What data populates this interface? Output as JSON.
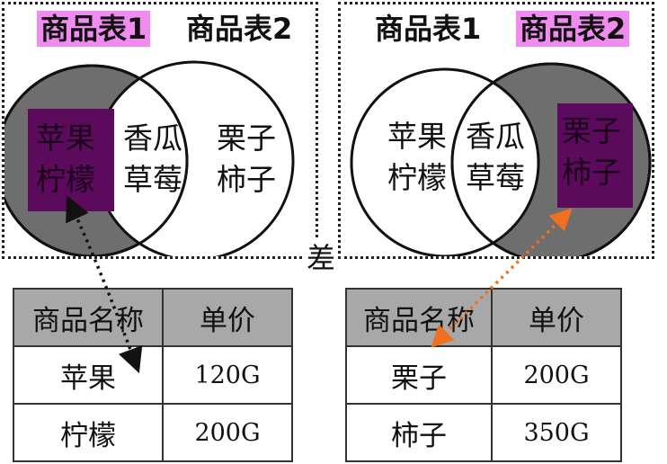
{
  "left_diagram": {
    "labels": [
      "商品表1",
      "商品表2"
    ],
    "active_label_index": 0,
    "only_first": [
      "苹果",
      "柠檬"
    ],
    "common": [
      "香瓜",
      "草莓"
    ],
    "only_second": [
      "栗子",
      "柿子"
    ]
  },
  "right_diagram": {
    "labels": [
      "商品表1",
      "商品表2"
    ],
    "active_label_index": 1,
    "only_first": [
      "苹果",
      "柠檬"
    ],
    "common": [
      "香瓜",
      "草莓"
    ],
    "only_second": [
      "栗子",
      "柿子"
    ]
  },
  "operation_label": "差",
  "left_table": {
    "headers": [
      "商品名称",
      "单价"
    ],
    "rows": [
      [
        "苹果",
        "120G"
      ],
      [
        "柠檬",
        "200G"
      ]
    ]
  },
  "right_table": {
    "headers": [
      "商品名称",
      "单价"
    ],
    "rows": [
      [
        "栗子",
        "200G"
      ],
      [
        "柿子",
        "350G"
      ]
    ]
  },
  "colors": {
    "highlight_label": "#f08cf0",
    "shaded_region": "#6e6e6e",
    "highlight_box": "#5c0a5c",
    "left_arrow": "#111111",
    "right_arrow": "#f07020",
    "table_header": "#a8a8a8"
  }
}
